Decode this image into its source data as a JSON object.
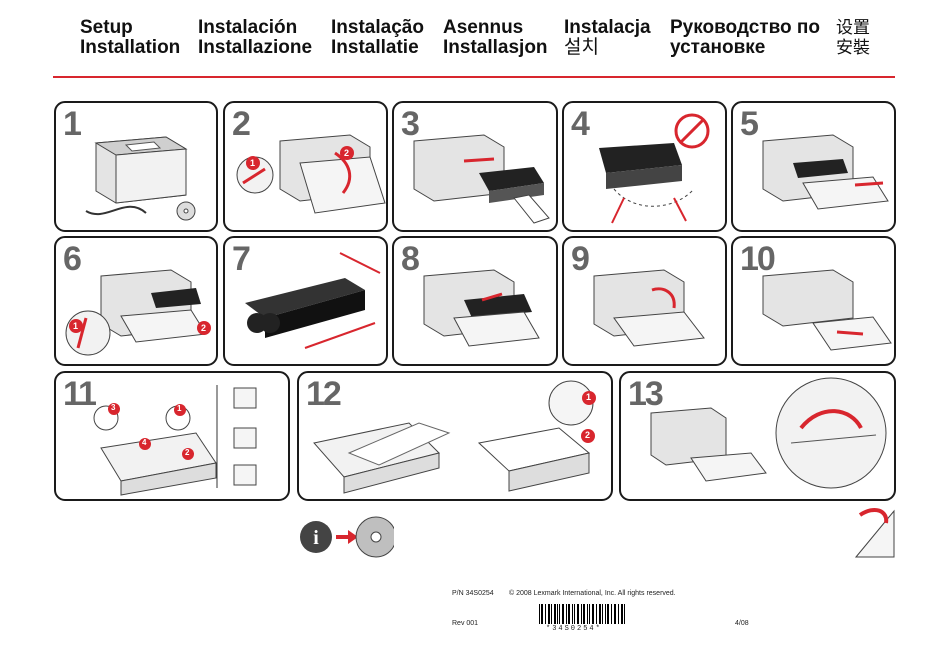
{
  "header": {
    "columns": [
      {
        "line1": "Setup",
        "line2": "Installation"
      },
      {
        "line1": "Instalación",
        "line2": "Installazione"
      },
      {
        "line1": "Instalação",
        "line2": "Installatie"
      },
      {
        "line1": "Asennus",
        "line2": "Installasjon"
      },
      {
        "line1": "Instalacja",
        "line2": "설치"
      },
      {
        "line1": "Руководство по",
        "line2": "установке"
      },
      {
        "line1": "设置",
        "line2": "安裝"
      }
    ]
  },
  "steps": [
    "1",
    "2",
    "3",
    "4",
    "5",
    "6",
    "7",
    "8",
    "9",
    "10",
    "11",
    "12",
    "13"
  ],
  "callouts": {
    "step2": [
      "1",
      "2"
    ],
    "step6": [
      "1",
      "2"
    ],
    "step11": [
      "3",
      "1",
      "4",
      "2"
    ],
    "step12": [
      "1",
      "2"
    ]
  },
  "footer": {
    "part_number": "P/N 34S0254",
    "copyright": "© 2008 Lexmark International, Inc. All rights reserved.",
    "revision": "Rev 001",
    "date": "4/08",
    "barcode_text": "*34S0254*"
  },
  "colors": {
    "accent": "#d8262e",
    "panel_border": "#1a1a1a",
    "step_number": "#666666"
  }
}
